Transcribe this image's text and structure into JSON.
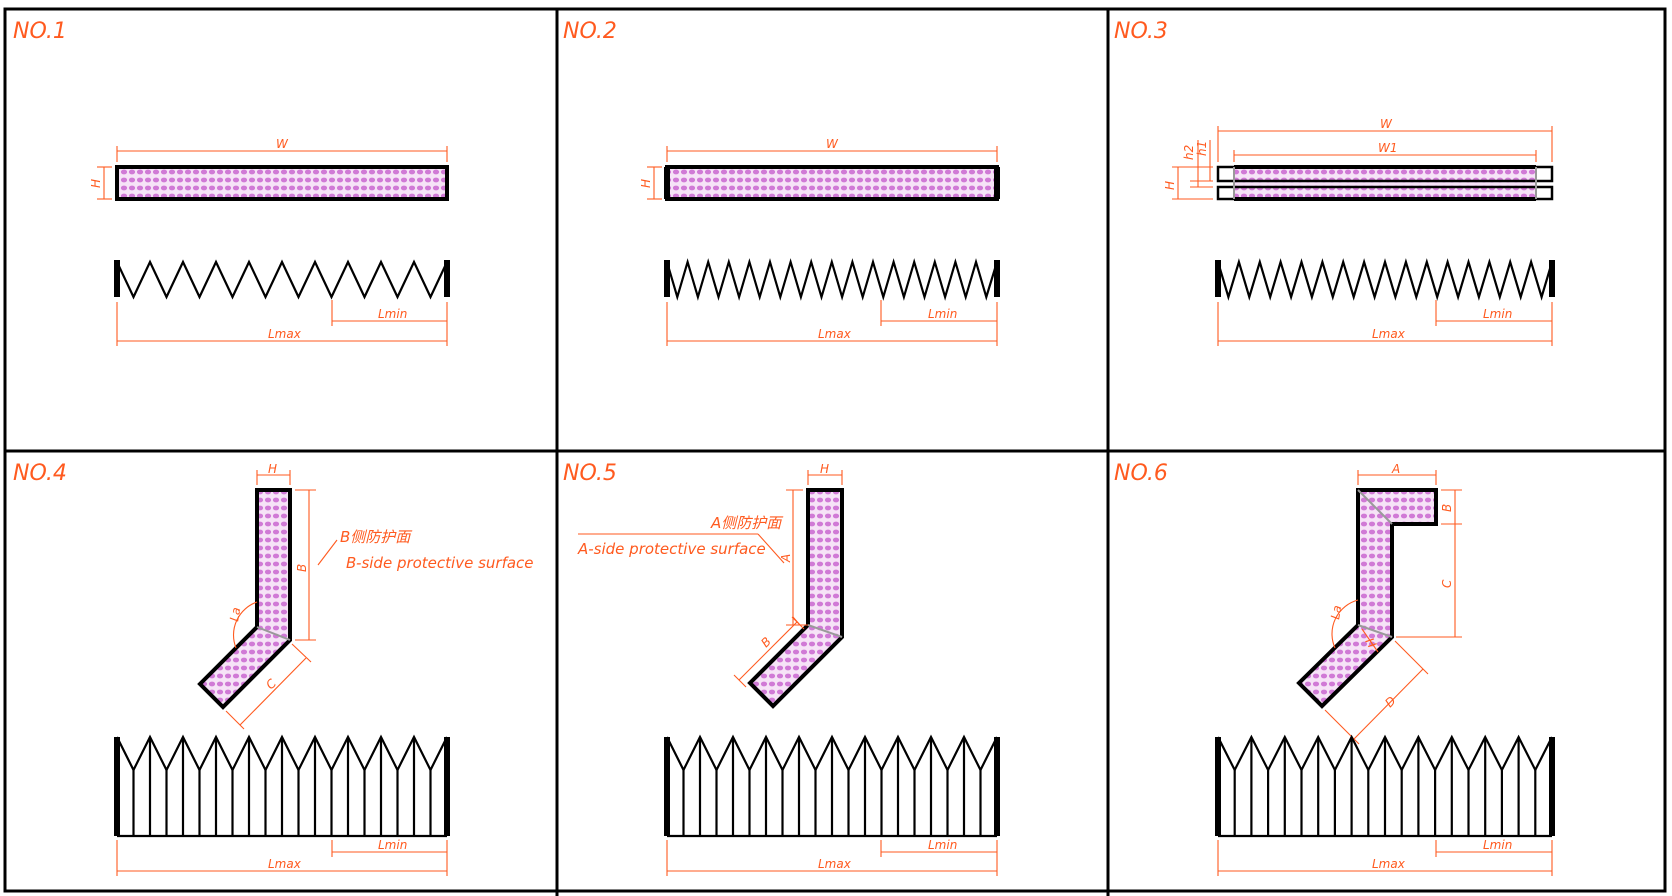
{
  "panels": [
    {
      "id": "NO.1",
      "labels": {
        "w": "W",
        "h": "H",
        "lmin": "Lmin",
        "lmax": "Lmax"
      }
    },
    {
      "id": "NO.2",
      "labels": {
        "w": "W",
        "h": "H",
        "lmin": "Lmin",
        "lmax": "Lmax"
      }
    },
    {
      "id": "NO.3",
      "labels": {
        "w": "W",
        "w1": "W1",
        "h": "H",
        "h1": "h1",
        "h2": "h2",
        "lmin": "Lmin",
        "lmax": "Lmax"
      }
    },
    {
      "id": "NO.4",
      "labels": {
        "h": "H",
        "b": "B",
        "c": "C",
        "la": "La",
        "lmin": "Lmin",
        "lmax": "Lmax"
      },
      "annotation_cn": "B侧防护面",
      "annotation_en": "B-side protective surface"
    },
    {
      "id": "NO.5",
      "labels": {
        "h": "H",
        "a": "A",
        "b": "B",
        "lmin": "Lmin",
        "lmax": "Lmax"
      },
      "annotation_cn": "A侧防护面",
      "annotation_en": "A-side protective surface"
    },
    {
      "id": "NO.6",
      "labels": {
        "a": "A",
        "b": "B",
        "c": "C",
        "d": "D",
        "h": "H",
        "la": "La",
        "lmin": "Lmin",
        "lmax": "Lmax"
      }
    }
  ],
  "colors": {
    "dimension": "#ff5a1f",
    "fill_pattern": "#d07ad6",
    "outline": "#000000"
  }
}
